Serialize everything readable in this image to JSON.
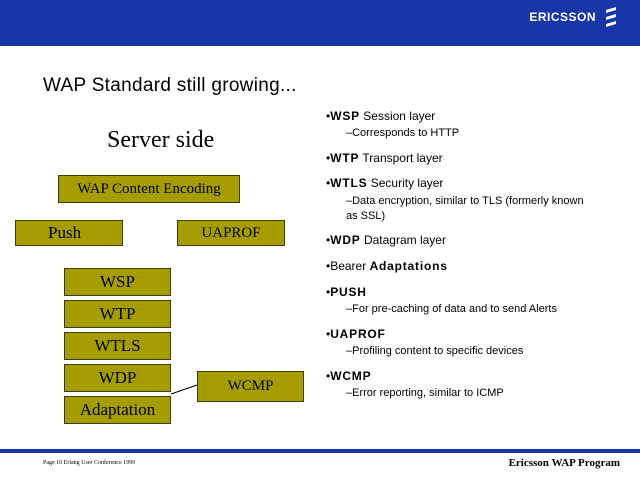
{
  "header": {
    "brand": "ERICSSON",
    "brand_icon": "ericsson-logo-icon",
    "bar_color": "#1737a8"
  },
  "slide": {
    "title": "WAP Standard still growing...",
    "subtitle": "Server side"
  },
  "diagram": {
    "box_color": "#a59d00",
    "boxes": {
      "content_encoding": "WAP Content Encoding",
      "push": "Push",
      "uaprof": "UAPROF",
      "wsp": "WSP",
      "wtp": "WTP",
      "wtls": "WTLS",
      "wdp": "WDP",
      "adaptation": "Adaptation",
      "wcmp": "WCMP"
    }
  },
  "bullets": [
    {
      "prefix": "•",
      "term": "WSP",
      "text": " Session layer",
      "details": [
        "–Corresponds to HTTP"
      ]
    },
    {
      "prefix": "•",
      "term": "WTP",
      "text": " Transport layer",
      "details": []
    },
    {
      "prefix": "•",
      "term": "WTLS",
      "text": " Security layer",
      "details": [
        "–Data encryption, similar to TLS (formerly known",
        "as SSL)"
      ]
    },
    {
      "prefix": "•",
      "term": "WDP",
      "text": " Datagram layer",
      "details": []
    },
    {
      "prefix": "•",
      "term_prefix": "Bearer ",
      "term": "Adaptations",
      "text": "",
      "details": []
    },
    {
      "prefix": "•",
      "term": "PUSH",
      "text": "",
      "details": [
        "–For pre-caching of data and to send Alerts"
      ]
    },
    {
      "prefix": "•",
      "term": "UAPROF",
      "text": "",
      "details": [
        "–Profiling content to specific devices"
      ]
    },
    {
      "prefix": "•",
      "term": "WCMP",
      "text": "",
      "details": [
        "–Error reporting, similar to ICMP"
      ]
    }
  ],
  "footer": {
    "left": "Page 10 Erlang User Conference 1999",
    "right": "Ericsson WAP Program"
  }
}
